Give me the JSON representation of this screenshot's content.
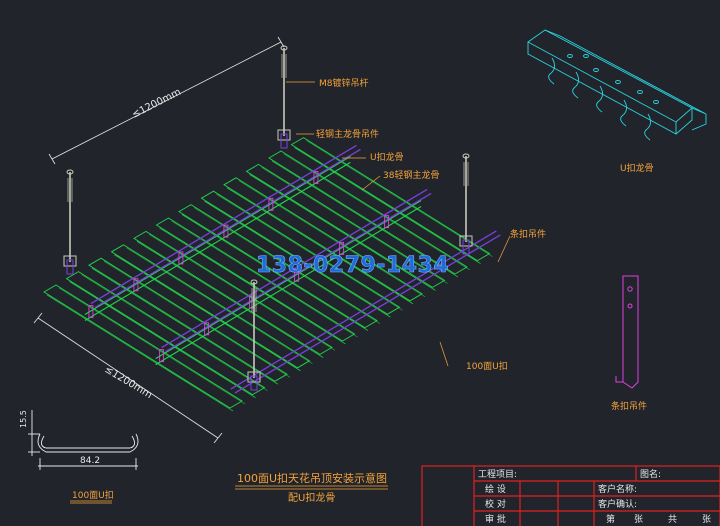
{
  "colors": {
    "background": "#21252b",
    "strip_green": "#22d54a",
    "main_keel": "#7a3fe0",
    "u_keel": "#c04fe0",
    "clip": "#e040e0",
    "rod": "#c9c9b8",
    "cyan": "#29d4e0",
    "label_orange": "#f5a23a",
    "dimension": "#e8e8e8",
    "frame_red": "#e02020",
    "watermark": "#1e6ee0"
  },
  "labels": {
    "rod": "M8镀锌吊杆",
    "main_hanger": "轻钢主龙骨吊件",
    "u_keel_top": "U扣龙骨",
    "main_keel": "38轻钢主龙骨",
    "clip_hanger": "条扣吊件",
    "strip": "100面U扣",
    "u_keel_detail": "U扣龙骨",
    "clip_detail": "条扣吊件"
  },
  "dimensions": {
    "top_span": "≤1200mm",
    "side_span": "≤1200mm",
    "profile_height": "15.5",
    "profile_width": "84.2"
  },
  "profile_caption": "100面U扣",
  "watermark": "138-0279-1434",
  "title": {
    "main": "100面U扣天花吊顶安装示意图",
    "sub": "配U扣龙骨"
  },
  "title_block": {
    "project": "工程项目:",
    "drawing_name": "图名:",
    "drawn": "绘 设",
    "checked": "校 对",
    "approved": "审 批",
    "client_name": "客户名称:",
    "client_confirm": "客户确认:",
    "sheet_no": "第",
    "sheet_unit": "张",
    "sheet_total": "共",
    "sheet_unit2": "张"
  }
}
